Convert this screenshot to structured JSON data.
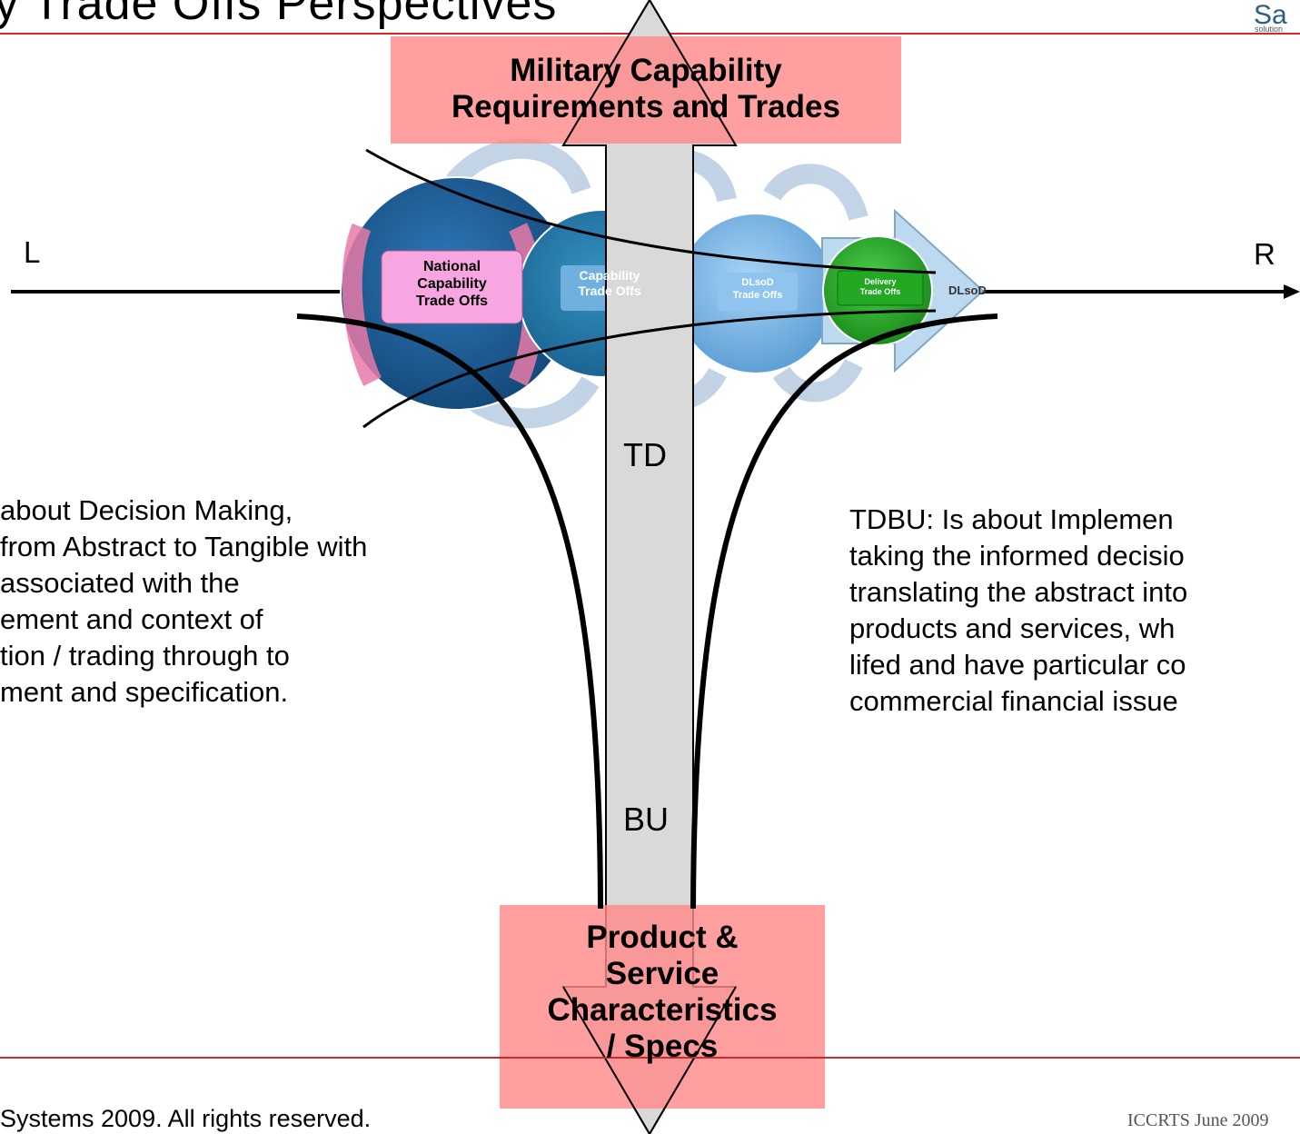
{
  "slide": {
    "title": "y Trade Offs Perspectives",
    "logo": {
      "word": "Sa",
      "sub": "solution"
    }
  },
  "diagram": {
    "top_box": "Military Capability\nRequirements and Trades",
    "bottom_box": "Product &\nService\nCharacteristics\n/ Specs",
    "left_label": "L",
    "right_label": "R",
    "td_label": "TD",
    "bu_label": "BU",
    "circles": [
      {
        "label": "National\nCapability\nTrade Offs",
        "color": "#1f5f98"
      },
      {
        "label": "Capability\nTrade Offs",
        "color": "#2479a8"
      },
      {
        "label": "DLsoD\nTrade Offs",
        "color": "#7cb7e6"
      },
      {
        "label": "Delivery\nTrade Offs",
        "color": "#2aa52a"
      }
    ],
    "arrow_end_label": "DLsoD"
  },
  "text": {
    "left_paragraph": "about Decision Making,\nfrom Abstract to Tangible with\nassociated with the\nement and context of\ntion / trading through to\nment and specification.",
    "right_paragraph": "TDBU: Is about Implemen\ntaking the informed decisio\ntranslating the abstract into\nproducts and services, wh\nlifed and have particular co\ncommercial financial issue"
  },
  "footer": {
    "left": "Systems 2009. All rights reserved.",
    "right": "ICCRTS June 2009"
  },
  "colors": {
    "box_fill": "#ff8a8a",
    "rule": "#cc2a2a",
    "gray_arrow": "#dcdcdc"
  }
}
